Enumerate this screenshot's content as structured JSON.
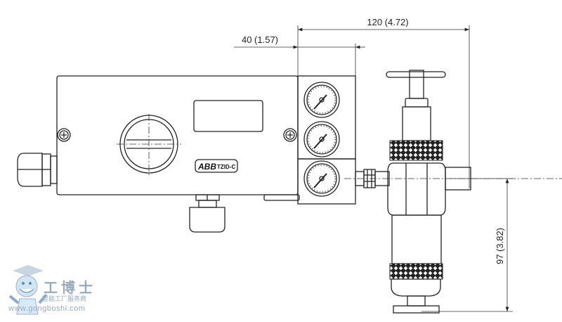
{
  "drawing": {
    "dimensions": {
      "overall_width": "120 (4.72)",
      "gauge_block_width": "40 (1.57)",
      "height_to_axis": "97 (3.82)"
    },
    "nameplate": {
      "brand": "ABB",
      "model": "TZID-C"
    }
  },
  "watermark": {
    "name": "工博士",
    "slogan": "智能工厂服务商",
    "url": "www.gongboshi.com"
  },
  "colors": {
    "line": "#222222",
    "watermark": "#99aabb"
  }
}
